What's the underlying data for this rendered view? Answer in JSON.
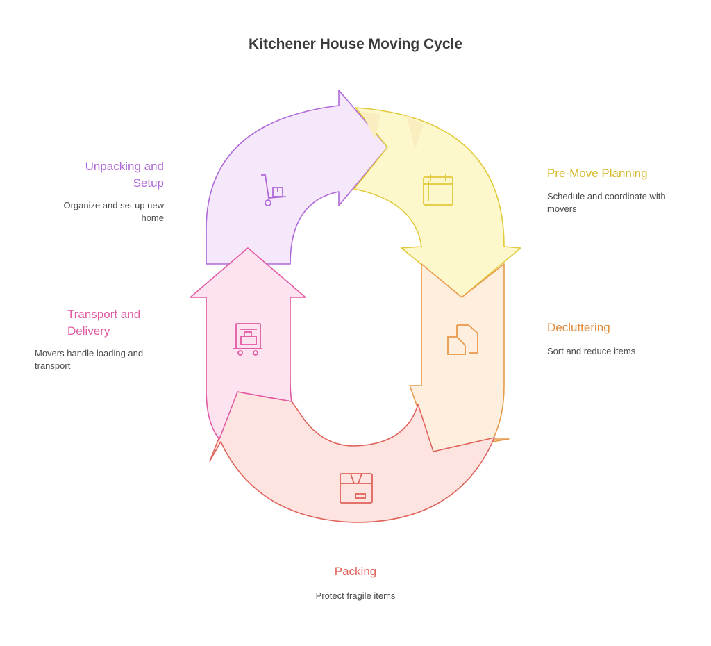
{
  "title": "Kitchener House Moving Cycle",
  "stages": {
    "planning": {
      "label": "Pre-Move Planning",
      "description": "Schedule and coordinate with movers",
      "color": "#e0c93a",
      "fill": "#fdf7cc",
      "icon": "calendar-icon"
    },
    "decluttering": {
      "label": "Decluttering",
      "description": "Sort and reduce items",
      "color": "#e89a4b",
      "fill": "#fdeede",
      "icon": "documents-icon"
    },
    "packing": {
      "label": "Packing",
      "description": "Protect fragile items",
      "color": "#e0635b",
      "fill": "#fde4e1",
      "icon": "box-icon"
    },
    "transport": {
      "label": "Transport and Delivery",
      "description": "Movers handle loading and transport",
      "color": "#e15aa3",
      "fill": "#fde3f0",
      "icon": "moving-truck-icon"
    },
    "unpacking": {
      "label": "Unpacking and Setup",
      "description": "Organize and set up new home",
      "color": "#b069d8",
      "fill": "#f5e8fb",
      "icon": "hand-truck-icon"
    }
  }
}
